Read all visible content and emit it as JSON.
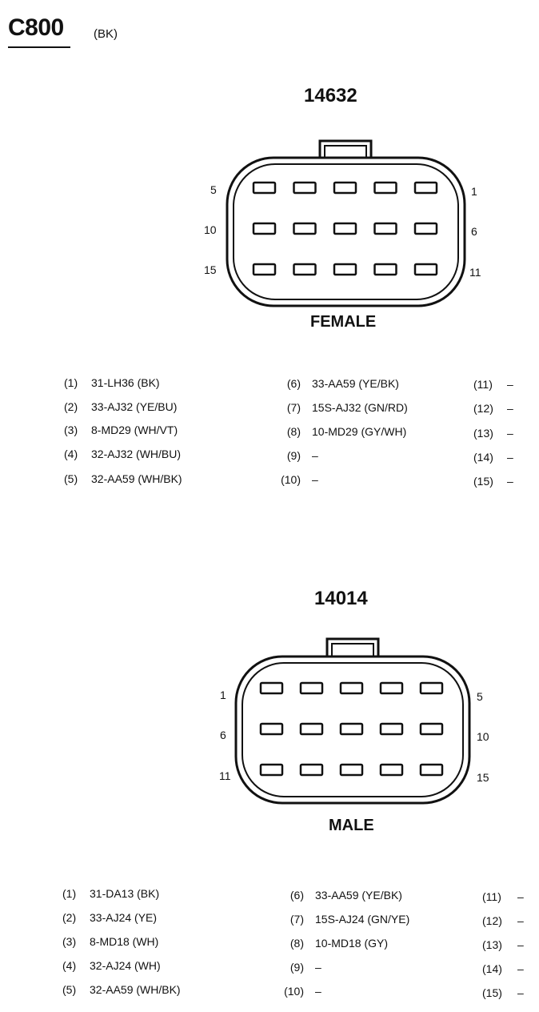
{
  "header": {
    "title": "C800",
    "color_code": "(BK)"
  },
  "connectors": [
    {
      "part_number": "14632",
      "gender": "FEMALE",
      "pin_labels": {
        "top_left": "5",
        "mid_left": "10",
        "bottom_left": "15",
        "top_right": "1",
        "mid_right": "6",
        "bottom_right": "11"
      },
      "pins_col1": [
        {
          "num": "(1)",
          "circuit": "31-LH36 (BK)"
        },
        {
          "num": "(2)",
          "circuit": "33-AJ32 (YE/BU)"
        },
        {
          "num": "(3)",
          "circuit": "8-MD29 (WH/VT)"
        },
        {
          "num": "(4)",
          "circuit": "32-AJ32 (WH/BU)"
        },
        {
          "num": "(5)",
          "circuit": "32-AA59 (WH/BK)"
        }
      ],
      "pins_col2": [
        {
          "num": "(6)",
          "circuit": "33-AA59 (YE/BK)"
        },
        {
          "num": "(7)",
          "circuit": "15S-AJ32 (GN/RD)"
        },
        {
          "num": "(8)",
          "circuit": "10-MD29 (GY/WH)"
        },
        {
          "num": "(9)",
          "circuit": "–"
        },
        {
          "num": "(10)",
          "circuit": "–"
        }
      ],
      "pins_col3": [
        {
          "num": "(11)",
          "circuit": "–"
        },
        {
          "num": "(12)",
          "circuit": "–"
        },
        {
          "num": "(13)",
          "circuit": "–"
        },
        {
          "num": "(14)",
          "circuit": "–"
        },
        {
          "num": "(15)",
          "circuit": "–"
        }
      ]
    },
    {
      "part_number": "14014",
      "gender": "MALE",
      "pin_labels": {
        "top_left": "1",
        "mid_left": "6",
        "bottom_left": "11",
        "top_right": "5",
        "mid_right": "10",
        "bottom_right": "15"
      },
      "pins_col1": [
        {
          "num": "(1)",
          "circuit": "31-DA13 (BK)"
        },
        {
          "num": "(2)",
          "circuit": "33-AJ24 (YE)"
        },
        {
          "num": "(3)",
          "circuit": "8-MD18 (WH)"
        },
        {
          "num": "(4)",
          "circuit": "32-AJ24 (WH)"
        },
        {
          "num": "(5)",
          "circuit": "32-AA59 (WH/BK)"
        }
      ],
      "pins_col2": [
        {
          "num": "(6)",
          "circuit": "33-AA59 (YE/BK)"
        },
        {
          "num": "(7)",
          "circuit": "15S-AJ24 (GN/YE)"
        },
        {
          "num": "(8)",
          "circuit": "10-MD18 (GY)"
        },
        {
          "num": "(9)",
          "circuit": "–"
        },
        {
          "num": "(10)",
          "circuit": "–"
        }
      ],
      "pins_col3": [
        {
          "num": "(11)",
          "circuit": "–"
        },
        {
          "num": "(12)",
          "circuit": "–"
        },
        {
          "num": "(13)",
          "circuit": "–"
        },
        {
          "num": "(14)",
          "circuit": "–"
        },
        {
          "num": "(15)",
          "circuit": "–"
        }
      ]
    }
  ]
}
